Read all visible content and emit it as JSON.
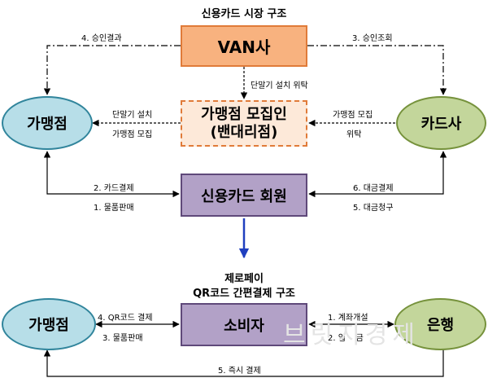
{
  "top_title": "신용카드 시장 구조",
  "van": "VAN사",
  "merchant_top": "가맹점",
  "card_company": "카드사",
  "recruiter_line1": "가맹점 모집인",
  "recruiter_line2": "(밴대리점)",
  "member": "신용카드 회원",
  "labels": {
    "approval_result": "4. 승인결과",
    "approval_query": "3. 승인조회",
    "terminal_delegation": "단말기 설치 위탁",
    "terminal_install": "단말기 설치",
    "merchant_recruit_left": "가맹점 모집",
    "merchant_recruit_right": "가맹점 모집",
    "delegation": "위탁",
    "card_payment": "2. 카드결제",
    "goods_sale": "1. 물품판매",
    "price_payment": "6. 대금결제",
    "price_claim": "5. 대금청구"
  },
  "bottom_title_line1": "제로페이",
  "bottom_title_line2": "QR코드 간편결제 구조",
  "merchant_bottom": "가맹점",
  "consumer": "소비자",
  "bank": "은행",
  "bottom_labels": {
    "qr_payment": "4. QR코드 결제",
    "goods_sale2": "3. 물품판매",
    "account_open": "1. 계좌개설",
    "deposit": "2. 입    금",
    "instant_payment": "5. 즉시 결제"
  },
  "watermark": "브릿지경제",
  "colors": {
    "van_fill": "#f8b27f",
    "member_fill": "#b2a1c7",
    "merchant_fill": "#b7dee8",
    "card_fill": "#c3d69b",
    "flow_arrow": "#1f3fbf"
  }
}
